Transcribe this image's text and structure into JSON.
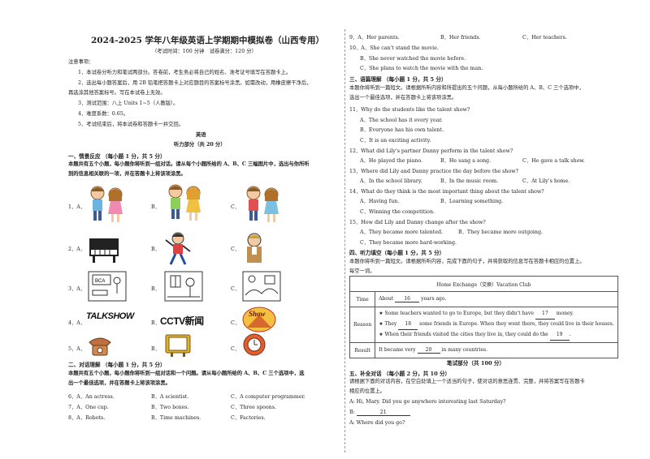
{
  "header": {
    "title": "2024-2025 学年八年级英语上学期期中模拟卷（山西专用）",
    "exam_info": "（考试时间：100 分钟　试卷满分：120 分）"
  },
  "notice": {
    "label": "注意事项：",
    "items": [
      "1．本试卷分听力和笔试两部分。答卷前，考生务必将自己的姓名、准考证号填写在答题卡上。",
      "2．选出每小题答案后，用 2B 铅笔把答题卡上对应题目的答案标号涂黑。如需改动，用橡皮擦干净后，",
      "再选涂其他答案标号。写在本试卷上无效。",
      "3．测试范围：八上 Units 1~5（人教版）。",
      "4．难度系数：0.65。",
      "5．考试结束后，将本试卷和答题卡一并交回。"
    ]
  },
  "subject": "英语",
  "listening_title": "听力部分（共 20 分）",
  "part1": {
    "title": "一、情景反应 （每小题 1 分，共 5 分）",
    "desc1": "本题共有五个小题，每小题你将听到一组对话。请从每个小题所给的 A、B、C 三幅图片中，选出与你所听",
    "desc2": "到的信息相关联的一项，并在答题卡上将该项涂黑。",
    "rows": [
      {
        "num": "1．A．",
        "b": "B．",
        "c": "C．"
      },
      {
        "num": "2．A．",
        "b": "B．",
        "c": "C．"
      },
      {
        "num": "3．A．",
        "b": "B．",
        "c": "C．"
      },
      {
        "num": "4．A．",
        "b": "B．",
        "c": "C．"
      },
      {
        "num": "5．A．",
        "b": "B．",
        "c": "C．"
      }
    ],
    "logo_talkshow": "TALKSHOW",
    "logo_cctv": "CCTV新闻",
    "logo_show": "Show"
  },
  "part2": {
    "title": "二、对话理解 （每小题 1 分，共 5 分）",
    "desc1": "本题共有五个小题，每小题你将听到一组对话和一个问题。请从每小题所给的 A、B、C 三个选项中，选",
    "desc2": "出一个最佳选项，并在答题卡上将该项涂黑。",
    "questions": [
      {
        "n": "6．A．An actress.",
        "b": "B．A scientist.",
        "c": "C．A computer programmer."
      },
      {
        "n": "7．A．One cup.",
        "b": "B．Two boxes.",
        "c": "C．Three spoons."
      },
      {
        "n": "8．A．Robots.",
        "b": "B．Time machines.",
        "c": "C．Factories."
      }
    ]
  },
  "right": {
    "q9": {
      "a": "9．A．Her parents.",
      "b": "B．Her friends.",
      "c": "C．Her teachers."
    },
    "q10": [
      "10．A．She can't stand the movie.",
      "B．She never watched the movie before.",
      "C．She plans to watch the movie with the man."
    ],
    "part3": {
      "title": "三、语篇理解 （每小题 1 分，共 5 分）",
      "desc1": "本题你将听到一篇短文。请根据所听内容和所提出的五个问题，从每小题所给的 A、B、C 三个选项中，",
      "desc2": "选出一个最佳选项，并在答题卡上将该项涂黑。"
    },
    "q11": [
      "11．Why do the students like the talent show?",
      "A．The school has it every year.",
      "B．Everyone has his own talent.",
      "C．It is an exciting activity."
    ],
    "q12": {
      "q": "12．What did Lily's partner Danny perform in the talent show?",
      "a": "A．He played the piano.",
      "b": "B．He sang a song.",
      "c": "C．He gave a talk show."
    },
    "q13": {
      "q": "13．Where did Lily and Danny practice the day before the show?",
      "a": "A．In the school library.",
      "b": "B．In the music room.",
      "c": "C．At Lily's home."
    },
    "q14": [
      "14．What do they think is the most important thing about the talent show?",
      "A．Having fun.",
      "B．Learning something.",
      "C．Winning the competition."
    ],
    "q15": {
      "q": "15．How did Lily and Danny change after the show?",
      "a": "A．They became more talented.",
      "b": "B．They became more outgoing.",
      "c": "C．They became more hard-working."
    },
    "part4": {
      "title": "四、听力填空（每小题 1 分，共 5 分）",
      "desc1": "本题你将听到一篇短文。请根据所听内容，完成下面的句子，并将获取的信息写在答题卡相应的位置上。",
      "desc2": "每空一词。"
    },
    "table": {
      "header": "Home Exchange（交换）Vacation Club",
      "time_label": "Time",
      "time_pre": "About",
      "time_blank": "16",
      "time_post": "years ago.",
      "reason_label": "Reason",
      "r1_pre": "★ Some teachers wanted to go to Europe, but they didn't have",
      "r1_blank": "17",
      "r1_post": "money.",
      "r2_pre": "★ They",
      "r2_blank": "18",
      "r2_post": "some friends in Europe. When they went there, they could live in their houses.",
      "r3_pre": "★ When their friends visited the cities they live in, they could do the",
      "r3_blank": "19",
      "r3_post": ".",
      "result_label": "Result",
      "res_pre": "It became very",
      "res_blank": "20",
      "res_post": "in many countries."
    },
    "written_title": "笔试部分（共 100 分）",
    "part5": {
      "title": "五、补全对话 （每小题 2 分，共 10 分）",
      "desc1": "请根据下面的对话内容，在空白处填上一个适当的句子，使对话的意思连贯、完整，并将答案写在答题卡",
      "desc2": "相应的位置上。",
      "line_a": "A: Hi, Mary. Did you go anywhere interesting last Saturday?",
      "line_b_pre": "B:",
      "line_b_blank": "21",
      "line_a2": "A: Where did you go?"
    }
  }
}
